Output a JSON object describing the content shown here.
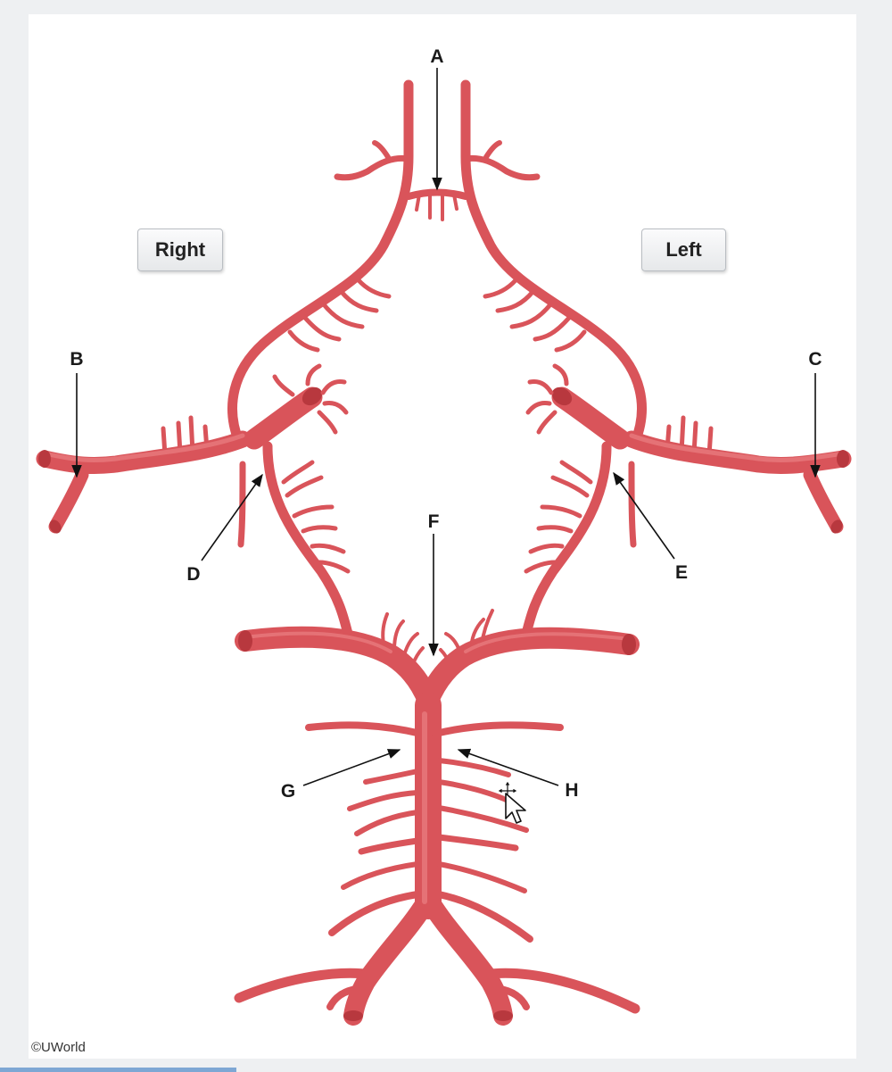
{
  "side_labels": {
    "right": "Right",
    "left": "Left"
  },
  "letters": [
    "A",
    "B",
    "C",
    "D",
    "E",
    "F",
    "G",
    "H"
  ],
  "copyright": "©UWorld",
  "vessel_color": "#d9545a"
}
